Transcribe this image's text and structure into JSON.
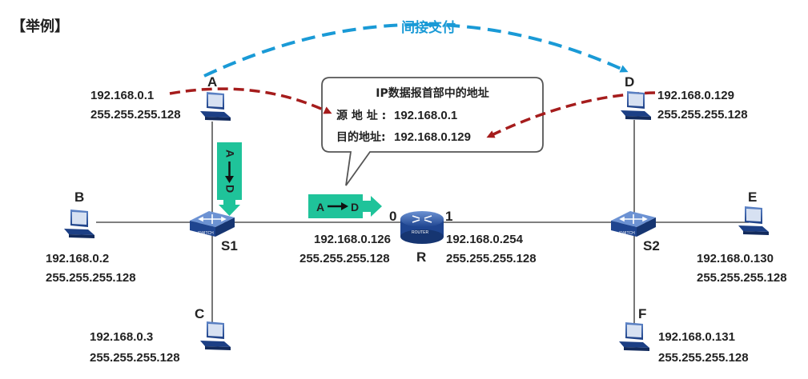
{
  "heading": "【举例】",
  "indirect_delivery_label": "间接交付",
  "callout": {
    "title": "IP数据报首部中的地址",
    "src_label": "源 地 址 :",
    "src_value": "192.168.0.1",
    "dst_label": "目的地址:",
    "dst_value": "192.168.0.129"
  },
  "hosts": {
    "A": {
      "name": "A",
      "ip": "192.168.0.1",
      "mask": "255.255.255.128"
    },
    "B": {
      "name": "B",
      "ip": "192.168.0.2",
      "mask": "255.255.255.128"
    },
    "C": {
      "name": "C",
      "ip": "192.168.0.3",
      "mask": "255.255.255.128"
    },
    "D": {
      "name": "D",
      "ip": "192.168.0.129",
      "mask": "255.255.255.128"
    },
    "E": {
      "name": "E",
      "ip": "192.168.0.130",
      "mask": "255.255.255.128"
    },
    "F": {
      "name": "F",
      "ip": "192.168.0.131",
      "mask": "255.255.255.128"
    }
  },
  "switches": {
    "S1": {
      "name": "S1",
      "device_text": "SWITCH"
    },
    "S2": {
      "name": "S2",
      "device_text": "SWITCH"
    }
  },
  "router": {
    "name": "R",
    "device_text": "ROUTER",
    "port0": {
      "label": "0",
      "ip": "192.168.0.126",
      "mask": "255.255.255.128"
    },
    "port1": {
      "label": "1",
      "ip": "192.168.0.254",
      "mask": "255.255.255.128"
    }
  },
  "packet_vertical": {
    "from": "A",
    "to": "D"
  },
  "packet_horizontal": {
    "from": "A",
    "to": "D"
  },
  "colors": {
    "blue_dashed": "#1a9ad6",
    "red_dashed": "#a51c1c",
    "packet_green": "#1fc39a",
    "device_blue": "#1f4c9a",
    "line": "#555555"
  }
}
